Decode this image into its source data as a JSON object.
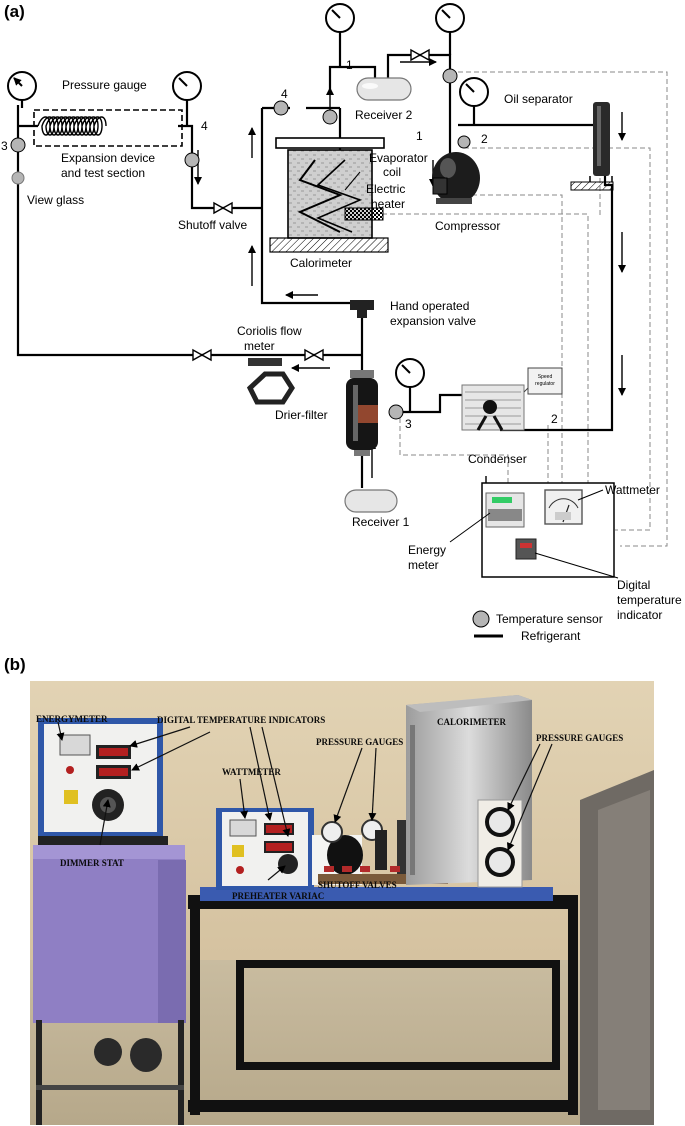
{
  "panel_a": {
    "letter": "(a)",
    "labels": {
      "pressure_gauge": "Pressure gauge",
      "expansion_device_1": "Expansion device",
      "expansion_device_2": "and test section",
      "view_glass": "View glass",
      "shutoff_valve": "Shutoff valve",
      "calorimeter": "Calorimeter",
      "evaporator_1": "Evaporator",
      "evaporator_2": "coil",
      "heater_1": "Electric",
      "heater_2": "heater",
      "receiver_2": "Receiver 2",
      "oil_separator": "Oil separator",
      "compressor": "Compressor",
      "hand_valve_1": "Hand operated",
      "hand_valve_2": "expansion valve",
      "coriolis_1": "Coriolis flow",
      "coriolis_2": "meter",
      "drier_filter": "Drier-filter",
      "speed_reg_1": "Speed",
      "speed_reg_2": "regulator",
      "condenser": "Condenser",
      "receiver_1": "Receiver 1",
      "wattmeter": "Wattmeter",
      "energy_meter_1": "Energy",
      "energy_meter_2": "meter",
      "dti_1": "Digital",
      "dti_2": "temperature",
      "dti_3": "indicator"
    },
    "numbers": {
      "n3_left": "3",
      "n4_left": "4",
      "n4_cal": "4",
      "n1_top": "1",
      "n1_comp": "1",
      "n2_comp": "2",
      "n2_cond": "2",
      "n3_drier": "3"
    },
    "legend": {
      "sensor": "Temperature sensor",
      "refrigerant": "Refrigerant"
    }
  },
  "panel_b": {
    "letter": "(b)",
    "labels": {
      "energymeter": "ENERGYMETER",
      "digital_temp": "DIGITAL TEMPERATURE INDICATORS",
      "pressure_gauges_1": "PRESSURE GAUGES",
      "calorimeter": "CALORIMETER",
      "pressure_gauges_2": "PRESSURE GAUGES",
      "wattmeter": "WATTMETER",
      "dimmer_stat": "DIMMER STAT",
      "shutoff_valves": "SHUTOFF VALVES",
      "preheater_variac": "PREHEATER VARIAC"
    }
  },
  "colors": {
    "sensor": "#b5b5b5",
    "control_line": "#8a8a8a",
    "purple_box": "#8f7fc4",
    "blue_panel": "#2f57a8",
    "wall": "#d9c9a8"
  }
}
